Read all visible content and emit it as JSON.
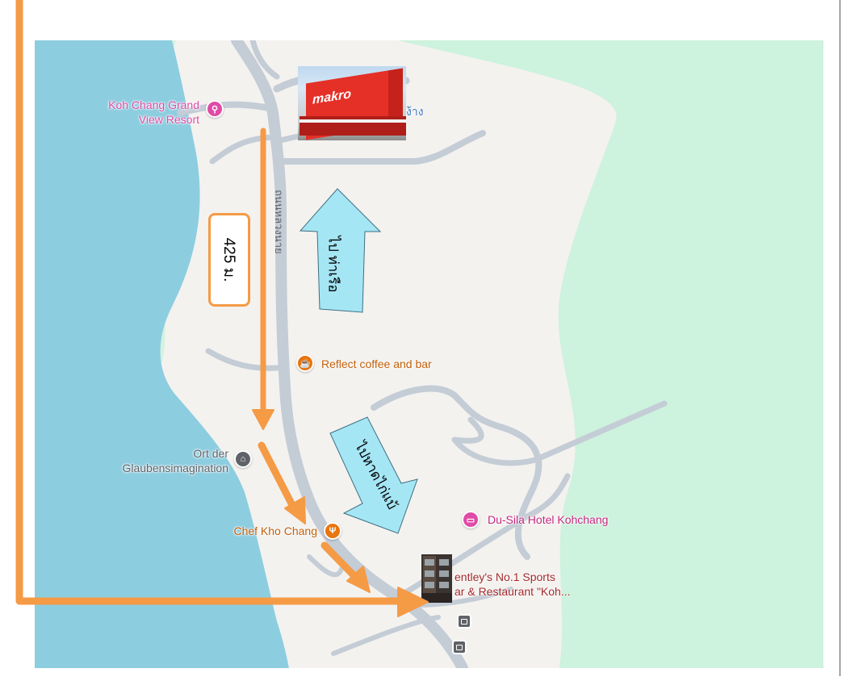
{
  "map": {
    "road_label": "ถนนหลวงนาย",
    "makro_place_partial": "ง้าง",
    "makro_logo_text": "makro",
    "colors": {
      "water": "#8dcde0",
      "land": "#f3f2ef",
      "green": "#cdf2dd",
      "road": "#c4ccd6",
      "accent_arrow": "#f59a45",
      "cyan_arrow": "#a5e6f5"
    }
  },
  "places": [
    {
      "id": "grand-view",
      "name": "Koh Chang Grand\nView Resort",
      "icon": "resort-icon",
      "color": "#e04ba6"
    },
    {
      "id": "reflect",
      "name": "Reflect coffee and bar",
      "icon": "coffee-icon",
      "color": "#e8750d"
    },
    {
      "id": "ort-der",
      "name": "Ort der\nGlaubensimagination",
      "icon": "museum-icon",
      "color": "#5f6368"
    },
    {
      "id": "chef",
      "name": "Chef Kho Chang",
      "icon": "restaurant-icon",
      "color": "#e8750d"
    },
    {
      "id": "du-sila",
      "name": "Du-Sila Hotel Kohchang",
      "icon": "hotel-icon",
      "color": "#e04ba6"
    },
    {
      "id": "bentley",
      "name": "entley's No.1 Sports\nar & Restaurant \"Koh...",
      "icon": "bar-icon",
      "color": "#c5221f"
    }
  ],
  "annotations": {
    "distance": "425 ม.",
    "to_pier": "ไป ท่าเรือ",
    "to_beach": "ไปหาดไก่แบ้"
  }
}
